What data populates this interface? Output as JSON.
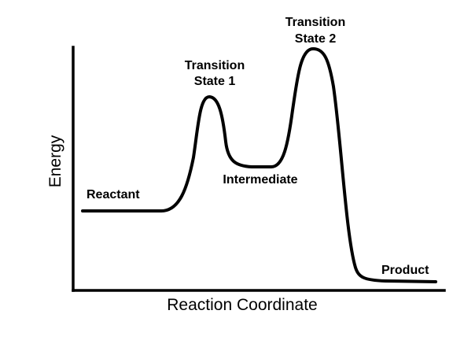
{
  "axes": {
    "y_label": "Energy",
    "x_label": "Reaction Coordinate"
  },
  "points": {
    "reactant": "Reactant",
    "transition_state_1": [
      "Transition",
      "State 1"
    ],
    "intermediate": "Intermediate",
    "transition_state_2": [
      "Transition",
      "State 2"
    ],
    "product": "Product"
  }
}
